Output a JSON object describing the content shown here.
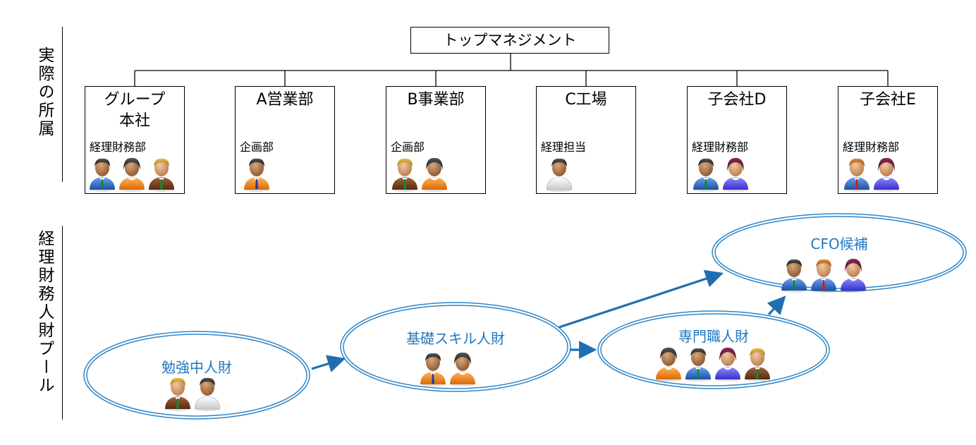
{
  "side_labels": {
    "top": "実際の所属",
    "bottom": "経理財務人財プール"
  },
  "top_management": "トップマネジメント",
  "units": [
    {
      "name": "グループ\n本社",
      "dept": "経理財務部"
    },
    {
      "name": "A営業部",
      "dept": "企画部"
    },
    {
      "name": "B事業部",
      "dept": "企画部"
    },
    {
      "name": "C工場",
      "dept": "経理担当"
    },
    {
      "name": "子会社D",
      "dept": "経理財務部"
    },
    {
      "name": "子会社E",
      "dept": "経理財務部"
    }
  ],
  "pools": [
    {
      "label": "勉強中人財"
    },
    {
      "label": "基礎スキル人財"
    },
    {
      "label": "専門職人財"
    },
    {
      "label": "CFO候補"
    }
  ],
  "colors": {
    "ellipse_stroke": "#2e86c8",
    "arrow": "#1f6fb0",
    "pool_text": "#1f78c1"
  },
  "person_icons": {
    "blue": "person-blue-icon",
    "orange": "person-orange-icon",
    "brown": "person-brown-icon",
    "white": "person-white-icon",
    "purple": "person-purple-icon"
  }
}
